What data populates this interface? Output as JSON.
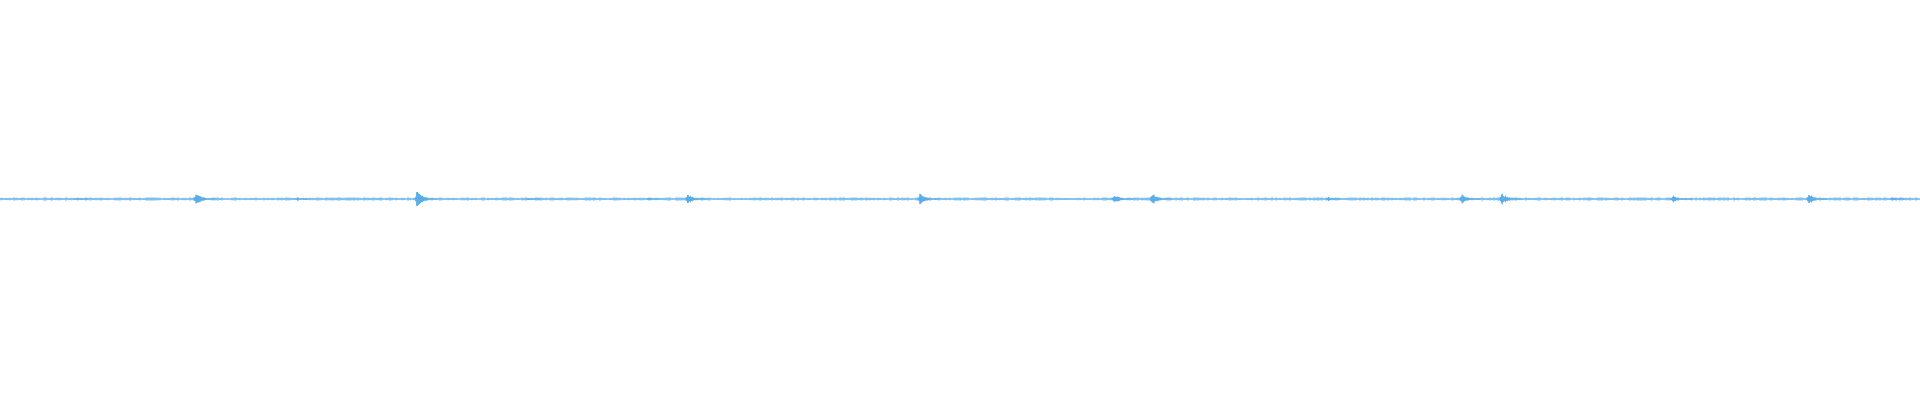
{
  "waveform": {
    "color": "#5aade6",
    "background": "#ffffff",
    "bursts": [
      {
        "position": 0.102,
        "amplitude": 0.45
      },
      {
        "position": 0.217,
        "amplitude": 0.65
      },
      {
        "position": 0.358,
        "amplitude": 0.4
      },
      {
        "position": 0.479,
        "amplitude": 0.48
      },
      {
        "position": 0.58,
        "amplitude": 0.35
      },
      {
        "position": 0.6,
        "amplitude": 0.48
      },
      {
        "position": 0.761,
        "amplitude": 0.4
      },
      {
        "position": 0.782,
        "amplitude": 0.45
      },
      {
        "position": 0.871,
        "amplitude": 0.28
      },
      {
        "position": 0.942,
        "amplitude": 0.4
      }
    ],
    "minor_bursts": [
      {
        "position": 0.04,
        "amplitude": 0.1
      },
      {
        "position": 0.155,
        "amplitude": 0.14
      },
      {
        "position": 0.275,
        "amplitude": 0.1
      },
      {
        "position": 0.338,
        "amplitude": 0.14
      },
      {
        "position": 0.692,
        "amplitude": 0.2
      },
      {
        "position": 0.986,
        "amplitude": 0.16
      }
    ]
  }
}
